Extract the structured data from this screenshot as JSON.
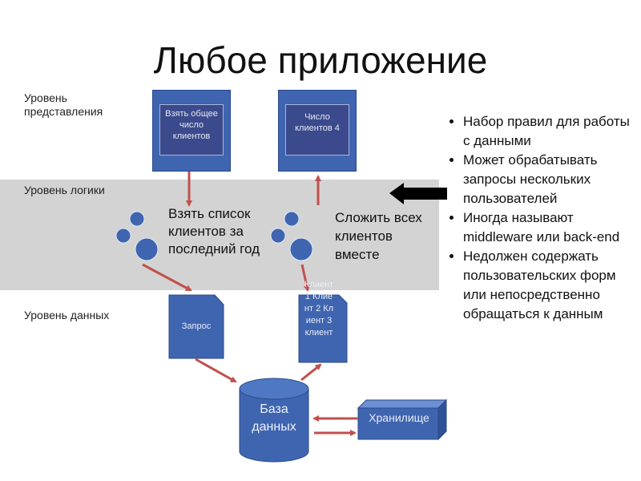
{
  "title": "Любое приложение",
  "levels": {
    "presentation": "Уровень представления",
    "logic": "Уровень логики",
    "data": "Уровень данных"
  },
  "boxes": {
    "get_count": "Взять общее число клиентов",
    "count_result": "Число клиентов 4"
  },
  "logic": {
    "take_list": "Взять список клиентов за последний год",
    "sum_all": "Сложить всех клиентов вместе"
  },
  "data_layer": {
    "query": "Запрос",
    "clients": "Клиент 1 Клиент 2 Клиент 3 клиент",
    "database": "База данных",
    "storage": "Хранилище"
  },
  "bullets": [
    "Набор правил для работы с данными",
    "Может обрабатывать запросы нескольких пользователей",
    "Иногда называют middleware или back-end",
    "Недолжен содержать пользовательских форм или непосредственно обращаться к данным"
  ],
  "colors": {
    "box_fill": "#3f65b0",
    "inner_fill": "#3b4a8c",
    "arrow": "#c0504d",
    "band": "#d3d3d3",
    "gear": "#3f65b0"
  }
}
